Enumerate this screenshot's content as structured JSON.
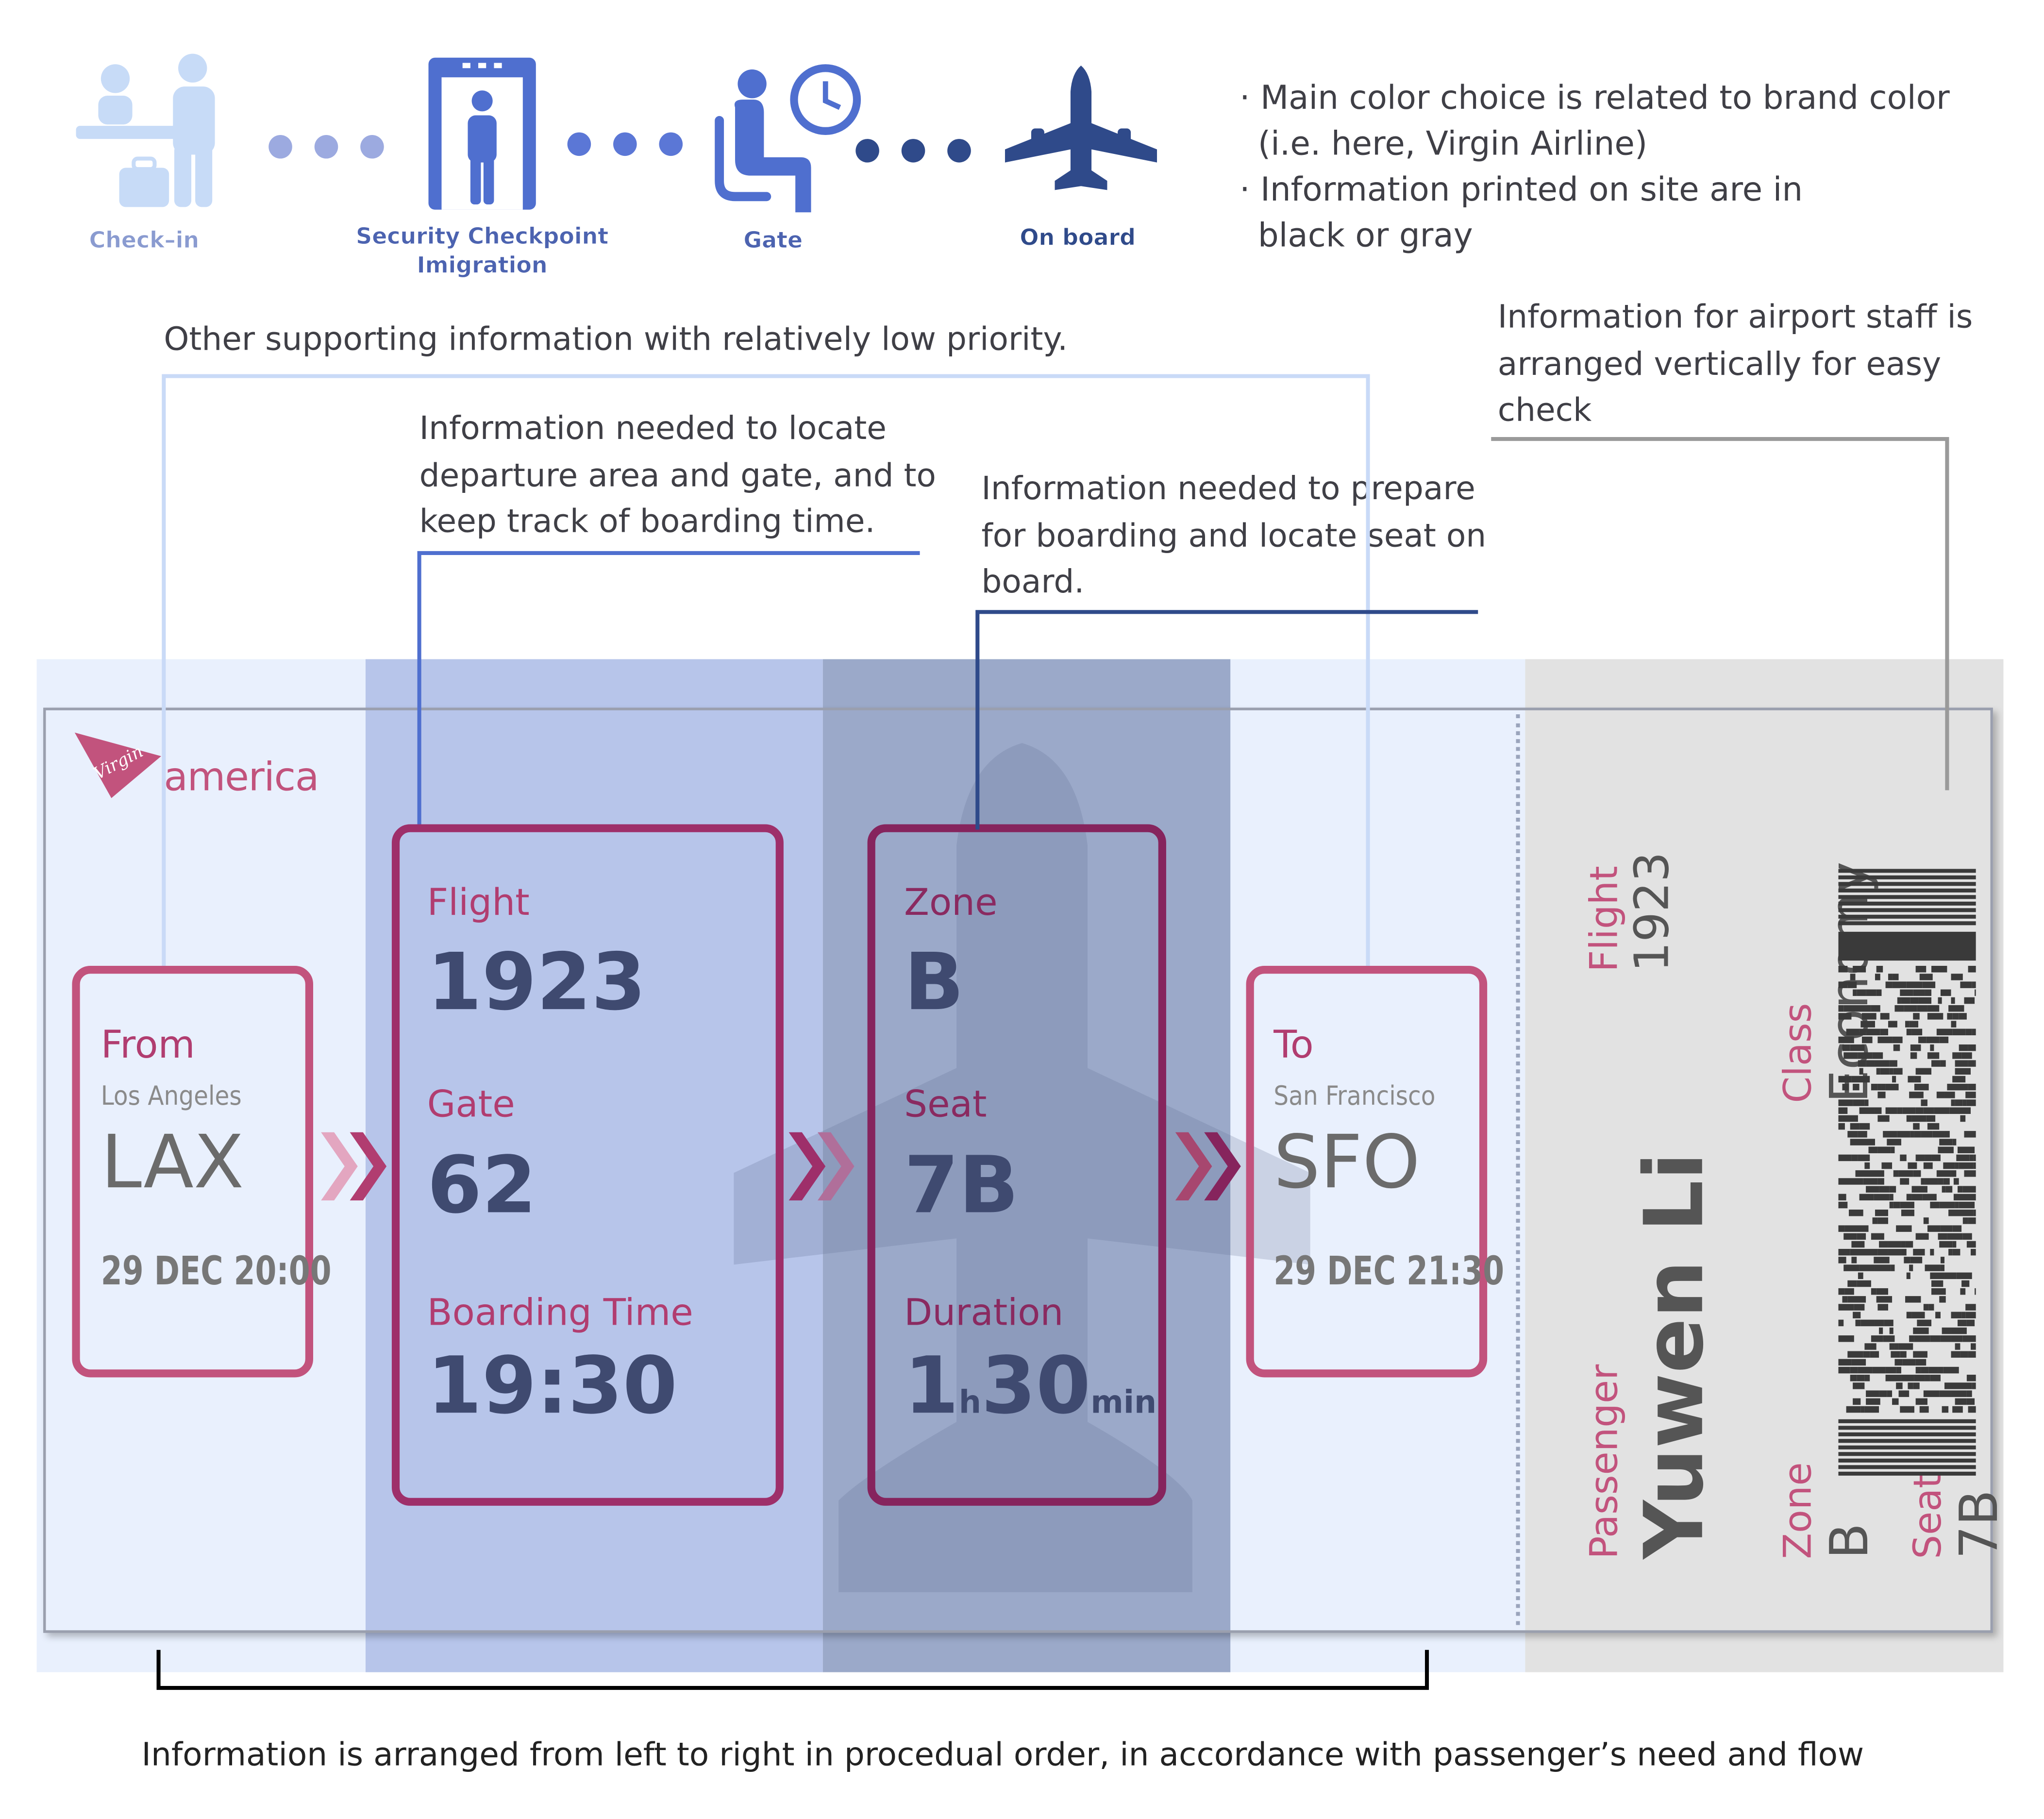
{
  "process_steps": [
    {
      "label": "Check–in",
      "icon": "check-in-desk-icon"
    },
    {
      "label": "Security Checkpoint\nImigration",
      "icon": "security-gate-icon"
    },
    {
      "label": "Gate",
      "icon": "waiting-clock-icon"
    },
    {
      "label": "On board",
      "icon": "airplane-icon"
    }
  ],
  "notes": {
    "brand_color_1": "· Main color choice is related to brand color",
    "brand_color_2": "(i.e. here, Virgin Airline)",
    "print_info_1": "· Information printed on site are in",
    "print_info_2": "black or gray",
    "staff_info": "Information for airport staff is\narranged vertically for easy\ncheck",
    "supporting": "Other supporting information with relatively low priority.",
    "locate_gate": "Information needed to locate\ndeparture area and gate, and to\nkeep track of boarding time.",
    "prepare_boarding": "Information needed to prepare\nfor boarding and locate seat on\nboard.",
    "bottom": "Information is arranged from left to right in procedual order, in accordance with passenger’s need and flow"
  },
  "ticket": {
    "logo_script": "Virgin",
    "logo_word": "america",
    "from": {
      "label": "From",
      "city": "Los Angeles",
      "code": "LAX",
      "datetime": "29 DEC 20:00"
    },
    "flight": {
      "label": "Flight",
      "value": "1923"
    },
    "gate": {
      "label": "Gate",
      "value": "62"
    },
    "boarding": {
      "label": "Boarding Time",
      "value": "19:30"
    },
    "zone": {
      "label": "Zone",
      "value": "B"
    },
    "seat": {
      "label": "Seat",
      "value": "7B"
    },
    "duration": {
      "label": "Duration",
      "hours": "1",
      "h_unit": "h",
      "minutes": "30",
      "min_unit": "min"
    },
    "to": {
      "label": "To",
      "city": "San Francisco",
      "code": "SFO",
      "datetime": "29 DEC 21:30"
    },
    "stub": {
      "flight_label": "Flight",
      "flight_value": "1923",
      "class_label": "Class",
      "class_value": "Economy",
      "passenger_label": "Passenger",
      "passenger_value": "Yuwen Li",
      "seat_label": "Seat",
      "seat_value": "7B",
      "zone_label": "Zone",
      "zone_value": "B"
    }
  },
  "colors": {
    "brand_pink": "#c2537d",
    "brand_dark_magenta": "#9e2f6a",
    "light_blue": "#e9f0fd",
    "mid_blue": "#b7c5ea",
    "dark_blue": "#9ba9c9",
    "stub_gray": "#e2e2e2",
    "navy_text": "#3f4a70"
  }
}
